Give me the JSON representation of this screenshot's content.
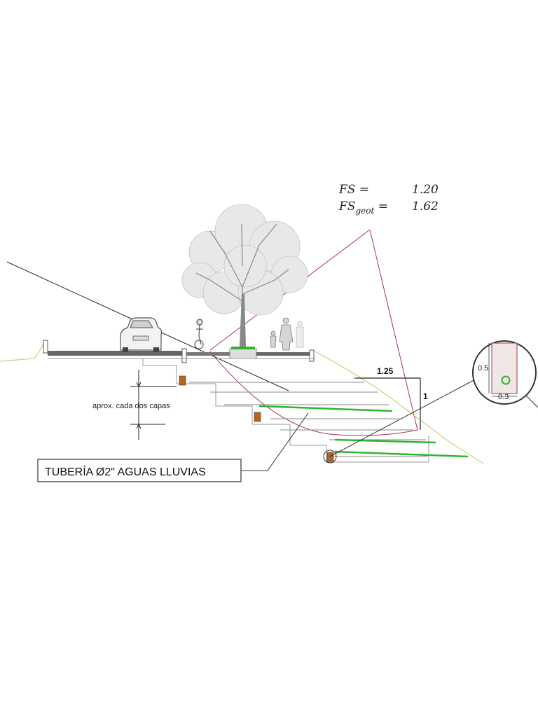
{
  "safety_factors": {
    "fs_label": "FS =",
    "fs_value": "1.20",
    "fsgeot_label_main": "FS",
    "fsgeot_label_sub": "geot",
    "fsgeot_label_eq": " =",
    "fsgeot_value": "1.62"
  },
  "slope": {
    "horizontal": "1.25",
    "vertical": "1"
  },
  "layers_note": "aprox. cada dos capas",
  "pipe_label": "TUBERÍA Ø2\" AGUAS LLUVIAS",
  "detail": {
    "height": "0.5",
    "width": "0.3"
  },
  "colors": {
    "reinforcement": "#2fb52f",
    "slip_surface": "#a33a4a",
    "drain": "#b5651d",
    "ground": "#c8d47a",
    "pavement": "#666666"
  }
}
